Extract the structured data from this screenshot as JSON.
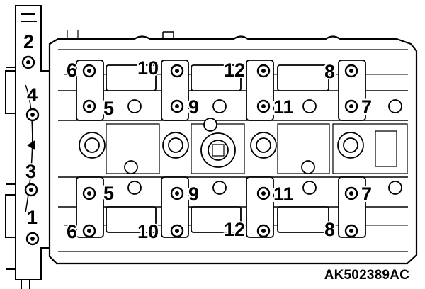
{
  "colors": {
    "line": "#000000",
    "background": "#ffffff",
    "text": "#000000"
  },
  "bolt_numbers": {
    "b1": "1",
    "b2": "2",
    "b3": "3",
    "b4": "4",
    "b5_upper": "5",
    "b5_lower": "5",
    "b6_upper": "6",
    "b6_lower": "6",
    "b7_upper": "7",
    "b7_lower": "7",
    "b8_upper": "8",
    "b8_lower": "8",
    "b9_upper": "9",
    "b9_lower": "9",
    "b10_upper": "10",
    "b10_lower": "10",
    "b11_upper": "11",
    "b11_lower": "11",
    "b12_upper": "12",
    "b12_lower": "12"
  },
  "figure_id": "AK502389AC"
}
